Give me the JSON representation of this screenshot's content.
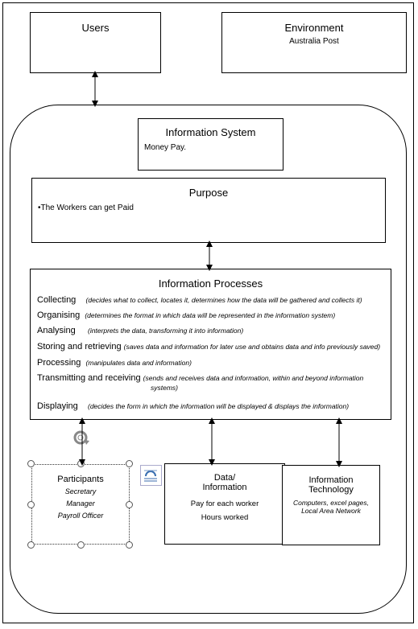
{
  "users": {
    "title": "Users"
  },
  "environment": {
    "title": "Environment",
    "detail": "Australia Post"
  },
  "information_system": {
    "title": "Information System",
    "detail": "Money Pay."
  },
  "purpose": {
    "title": "Purpose",
    "bullet": "•The Workers can get Paid"
  },
  "information_processes": {
    "title": "Information Processes",
    "items": [
      {
        "name": "Collecting",
        "desc": "(decides what to collect, locates it, determines how the data will be gathered and collects it)"
      },
      {
        "name": "Organising",
        "desc": "(determines the format in which data will be represented in the information system)"
      },
      {
        "name": "Analysing",
        "desc": "(interprets the data, transforming it into information)"
      },
      {
        "name": "Storing and retrieving",
        "desc": "(saves data and information for later use and obtains data and info previously saved)"
      },
      {
        "name": "Processing",
        "desc": "(manipulates data and information)"
      },
      {
        "name": "Transmitting and receiving",
        "desc": "(sends and receives data and information, within and beyond information",
        "desc2": "systems)"
      },
      {
        "name": "Displaying",
        "desc": "(decides the form in which the information will be displayed & displays the information)"
      }
    ]
  },
  "participants": {
    "title": "Participants",
    "items": [
      "Secretary",
      "Manager",
      "Payroll Officer"
    ]
  },
  "data_information": {
    "title_line1": "Data/",
    "title_line2": "Information",
    "items": [
      "Pay for each worker",
      "Hours worked"
    ]
  },
  "information_technology": {
    "title_line1": "Information",
    "title_line2": "Technology",
    "detail_line1": "Computers, excel pages,",
    "detail_line2": "Local Area Network"
  }
}
